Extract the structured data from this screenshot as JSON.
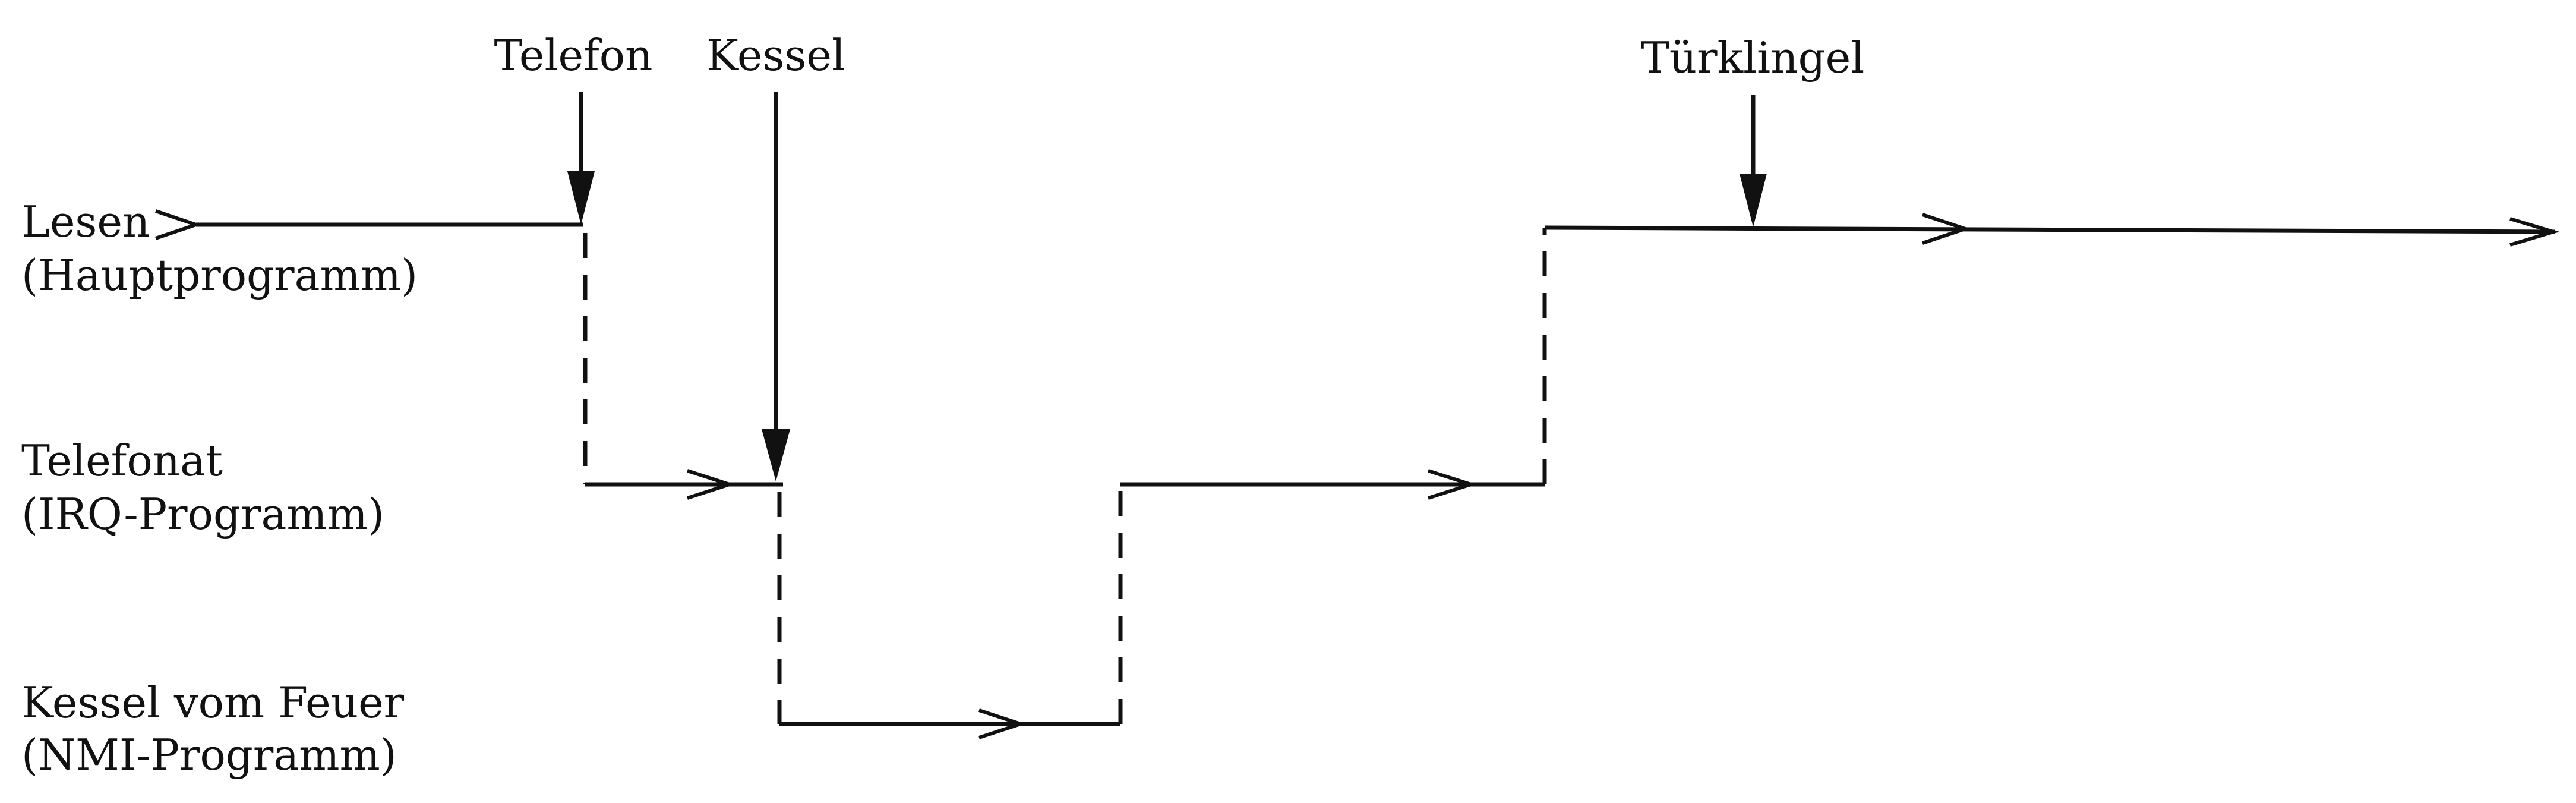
{
  "events": {
    "telefon": "Telefon",
    "kessel": "Kessel",
    "tuerklingel": "Türklingel"
  },
  "levels": {
    "main": {
      "name": "Lesen",
      "program": "(Hauptprogramm)"
    },
    "irq": {
      "name": "Telefonat",
      "program": "(IRQ-Programm)"
    },
    "nmi": {
      "name": "Kessel vom Feuer",
      "program": "(NMI-Programm)"
    }
  },
  "colors": {
    "ink": "#111111",
    "background": "#ffffff"
  }
}
